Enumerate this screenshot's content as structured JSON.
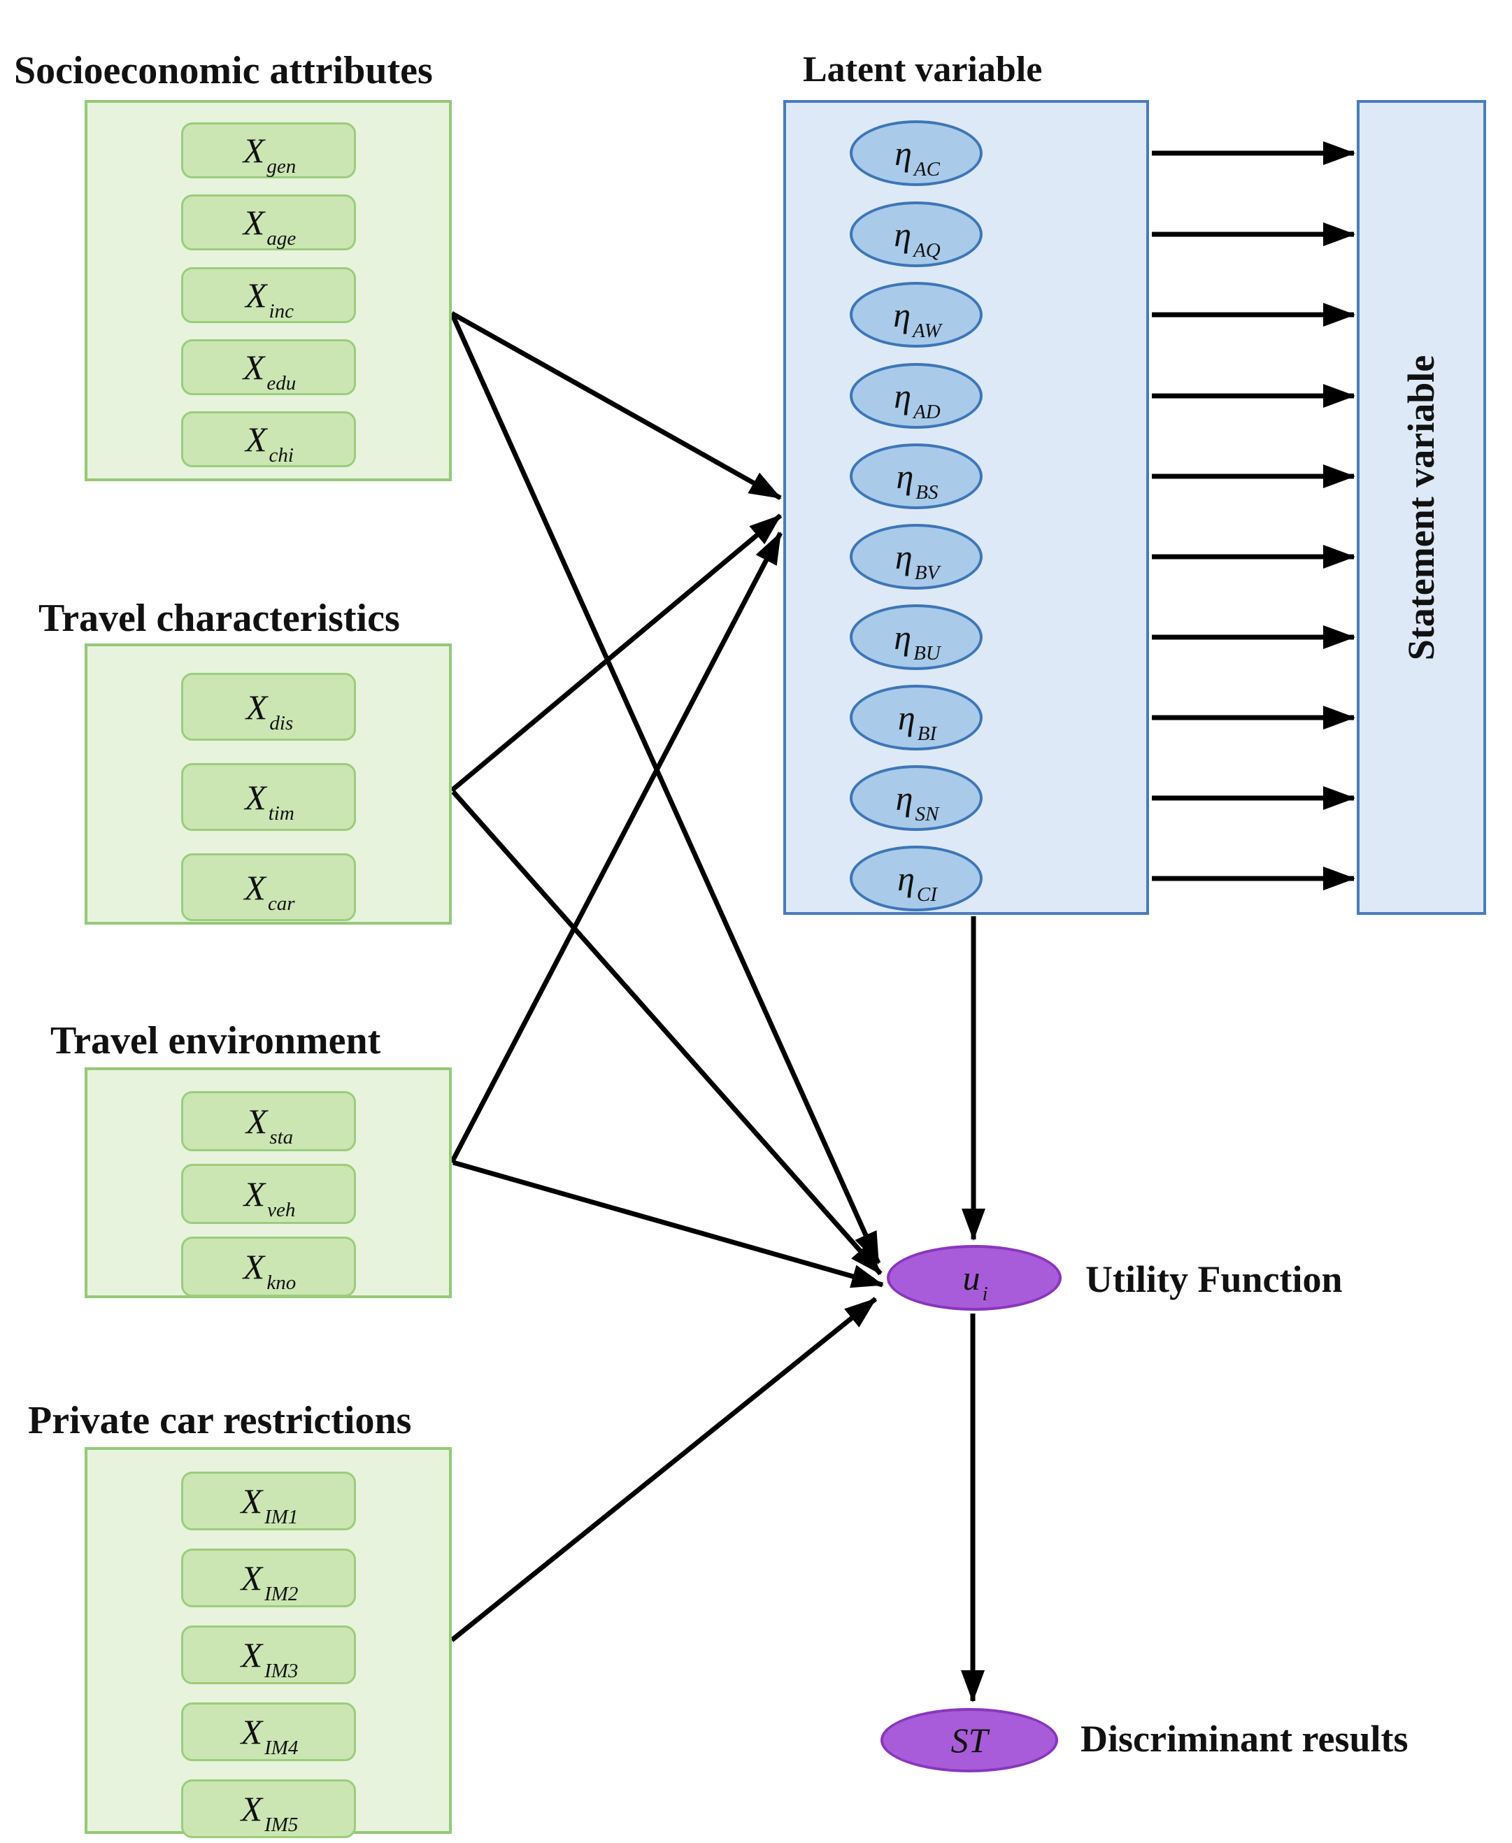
{
  "groups": [
    {
      "title": "Socioeconomic attributes",
      "items": [
        {
          "base": "X",
          "sub": "gen"
        },
        {
          "base": "X",
          "sub": "age"
        },
        {
          "base": "X",
          "sub": "inc"
        },
        {
          "base": "X",
          "sub": "edu"
        },
        {
          "base": "X",
          "sub": "chi"
        }
      ]
    },
    {
      "title": "Travel characteristics",
      "items": [
        {
          "base": "X",
          "sub": "dis"
        },
        {
          "base": "X",
          "sub": "tim"
        },
        {
          "base": "X",
          "sub": "car"
        }
      ]
    },
    {
      "title": "Travel environment",
      "items": [
        {
          "base": "X",
          "sub": "sta"
        },
        {
          "base": "X",
          "sub": "veh"
        },
        {
          "base": "X",
          "sub": "kno"
        }
      ]
    },
    {
      "title": "Private car restrictions",
      "items": [
        {
          "base": "X",
          "sub": "IM1"
        },
        {
          "base": "X",
          "sub": "IM2"
        },
        {
          "base": "X",
          "sub": "IM3"
        },
        {
          "base": "X",
          "sub": "IM4"
        },
        {
          "base": "X",
          "sub": "IM5"
        }
      ]
    }
  ],
  "latent": {
    "title": "Latent variable",
    "items": [
      {
        "base": "η",
        "sub": "AC"
      },
      {
        "base": "η",
        "sub": "AQ"
      },
      {
        "base": "η",
        "sub": "AW"
      },
      {
        "base": "η",
        "sub": "AD"
      },
      {
        "base": "η",
        "sub": "BS"
      },
      {
        "base": "η",
        "sub": "BV"
      },
      {
        "base": "η",
        "sub": "BU"
      },
      {
        "base": "η",
        "sub": "BI"
      },
      {
        "base": "η",
        "sub": "SN"
      },
      {
        "base": "η",
        "sub": "CI"
      }
    ]
  },
  "statement": {
    "label": "Statement variable"
  },
  "utility": {
    "base": "u",
    "sub": "i",
    "label": "Utility Function"
  },
  "discriminant": {
    "symbol": "ST",
    "label": "Discriminant results"
  },
  "colors": {
    "green-fill": "#e8f3de",
    "green-border": "#94c979",
    "inner-fill": "#cbe6b3",
    "inner-border": "#9bcd7c",
    "blue-fill": "#dde9f6",
    "blue-border": "#4a7cba",
    "ell-fill": "#a9cae9",
    "ell-border": "#3d76b7",
    "purple-fill": "#a95cd9",
    "purple-border": "#8936bd",
    "arrow": "#000000"
  }
}
